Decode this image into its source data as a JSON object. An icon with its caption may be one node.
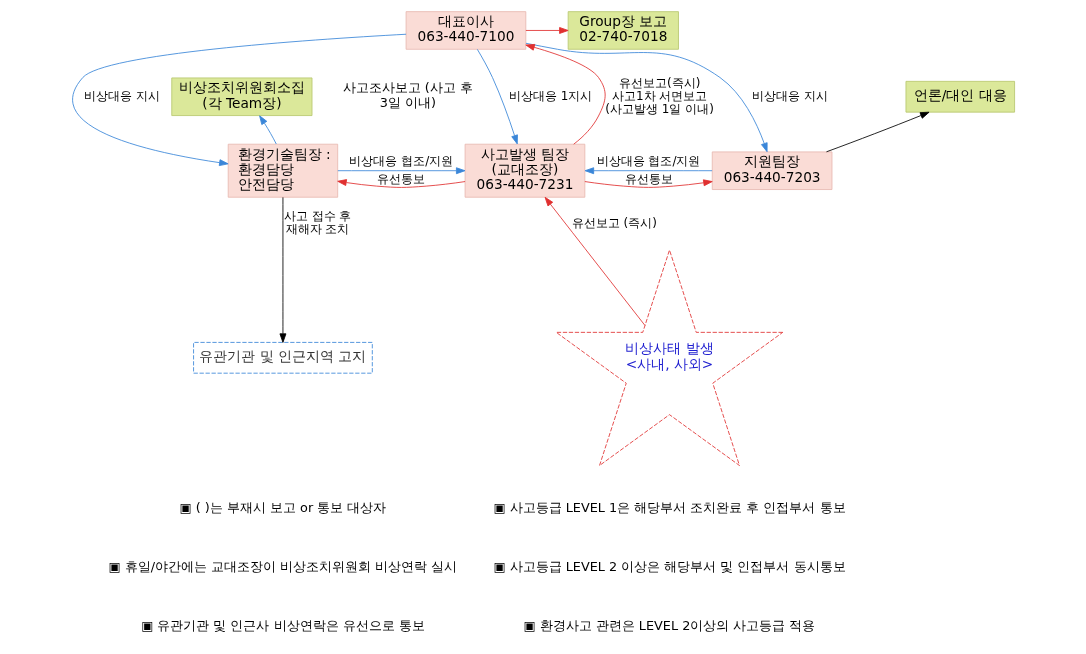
{
  "diagram": {
    "nodes": [
      {
        "text": [
          "대표이사",
          "063-440-7100"
        ]
      },
      {
        "text": [
          "Group장 보고",
          "02-740-7018"
        ]
      },
      {
        "text": [
          "비상조치위원회소집",
          "(각 Team장)"
        ]
      },
      {
        "text": [
          "언론/대인 대응"
        ]
      },
      {
        "text": [
          "환경기술팀장 :",
          "환경담당",
          "안전담당"
        ]
      },
      {
        "text": [
          "사고발생 팀장",
          "(교대조장)",
          "063-440-7231"
        ]
      },
      {
        "text": [
          "지원팀장",
          "063-440-7203"
        ]
      },
      {
        "text": [
          "유관기관 및 인근지역 고지"
        ]
      },
      {
        "text": [
          "비상사태 발생",
          "<사내, 사외>"
        ]
      }
    ],
    "edges": [
      {
        "from": 0,
        "to": 1,
        "arrow": "to",
        "color": "#e03030"
      },
      {
        "from": 0,
        "to": 4,
        "arrow": "to",
        "label": "비상대응 지시"
      },
      {
        "from": 0,
        "to": 5,
        "arrow": "to",
        "label": "비상대응 1지시"
      },
      {
        "from": 5,
        "to": 0,
        "arrow": "to",
        "label": "유선보고(즉시) 사고1차 서면보고 (사고발생 1일 이내)",
        "color": "#e03030"
      },
      {
        "from": 0,
        "to": 6,
        "arrow": "to",
        "label": "비상대응 지시"
      },
      {
        "from": 4,
        "to": 2,
        "arrow": "to"
      },
      {
        "from": 6,
        "to": 3,
        "arrow": "to",
        "color": "#000000"
      },
      {
        "from": 5,
        "to": 4,
        "arrow": "to",
        "label": "유선통보",
        "color": "#e03030"
      },
      {
        "from": 4,
        "to": 5,
        "arrow": "to",
        "label": "비상대응 협조/지원"
      },
      {
        "from": 5,
        "to": 6,
        "arrow": "to",
        "label": "유선통보",
        "color": "#e03030"
      },
      {
        "from": 6,
        "to": 5,
        "arrow": "to",
        "label": "비상대응 협조/지원"
      },
      {
        "from": 4,
        "to": 7,
        "arrow": "to",
        "label": "사고 접수 후 재해자 조치",
        "color": "#000000"
      },
      {
        "from": 8,
        "to": 5,
        "arrow": "to",
        "label": "유선보고 (즉시)",
        "color": "#e03030"
      }
    ],
    "labels": [
      "사고조사보고 (사고 후 3일 이내)",
      "▣ ( )는 부재시 보고 or 통보 대상자",
      "▣ 사고등급 LEVEL 1은 해당부서 조치완료 후 인접부서 통보",
      "▣ 휴일/야간에는 교대조장이 비상조치위원회 비상연락 실시",
      "▣ 사고등급 LEVEL 2 이상은 해당부서 및 인접부서 동시통보",
      "▣ 유관기관 및 인근사 비상연락은 유선으로 통보",
      "▣ 환경사고 관련은 LEVEL 2이상의 사고등급 적용"
    ]
  }
}
